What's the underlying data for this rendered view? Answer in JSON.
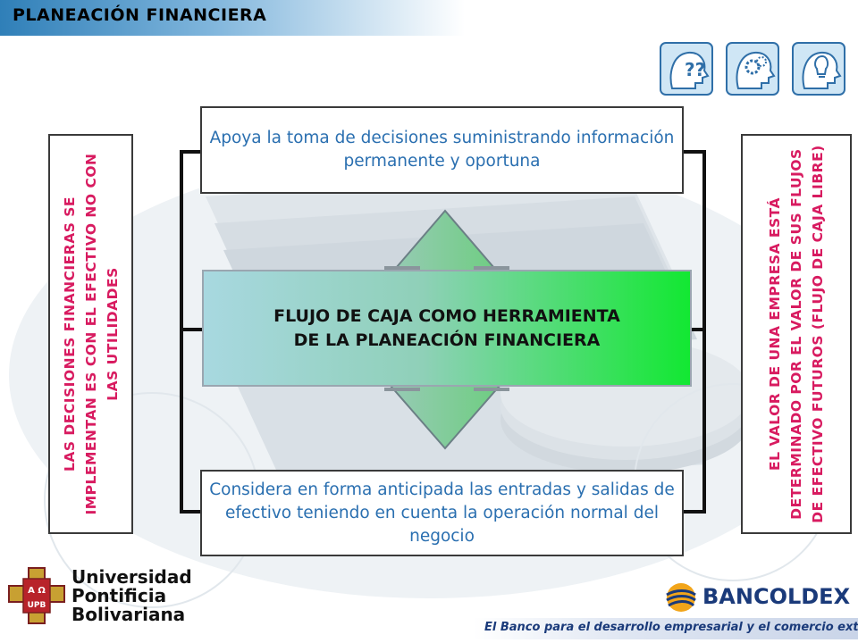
{
  "header": {
    "title": "PLANEACIÓN FINANCIERA"
  },
  "icons": [
    "question-head-icon",
    "gears-head-icon",
    "lightbulb-head-icon"
  ],
  "left_note": "LAS DECISIONES FINANCIERAS SE IMPLEMENTAN ES CON EL EFECTIVO NO CON LAS UTILIDADES",
  "right_note": "EL VALOR DE UNA EMPRESA ESTÁ DETERMINADO POR EL VALOR DE SUS FLUJOS DE EFECTIVO FUTUROS (FLUJO DE CAJA LIBRE)",
  "top_box": "Apoya la toma de decisiones suministrando información permanente y oportuna",
  "center_box": "FLUJO DE CAJA COMO HERRAMIENTA DE LA PLANEACIÓN FINANCIERA",
  "bottom_box": "Considera en forma anticipada las entradas y salidas de efectivo teniendo en cuenta la operación normal del negocio",
  "logos": {
    "upb_line1": "Universidad",
    "upb_line2": "Pontificia",
    "upb_line3": "Bolivariana",
    "upb_crest_top": "A Ω",
    "upb_crest_bottom": "UPB",
    "bancoldex": "BANCOLDEX",
    "bancoldex_tagline": "El Banco para el desarrollo empresarial y el comercio exterior"
  },
  "colors": {
    "title_bar": "#2f7fb8",
    "side_text": "#d81b60",
    "box_text": "#2a6fb0",
    "center_gradient_end": "#12e832",
    "diamond": "#8fb8b0"
  }
}
